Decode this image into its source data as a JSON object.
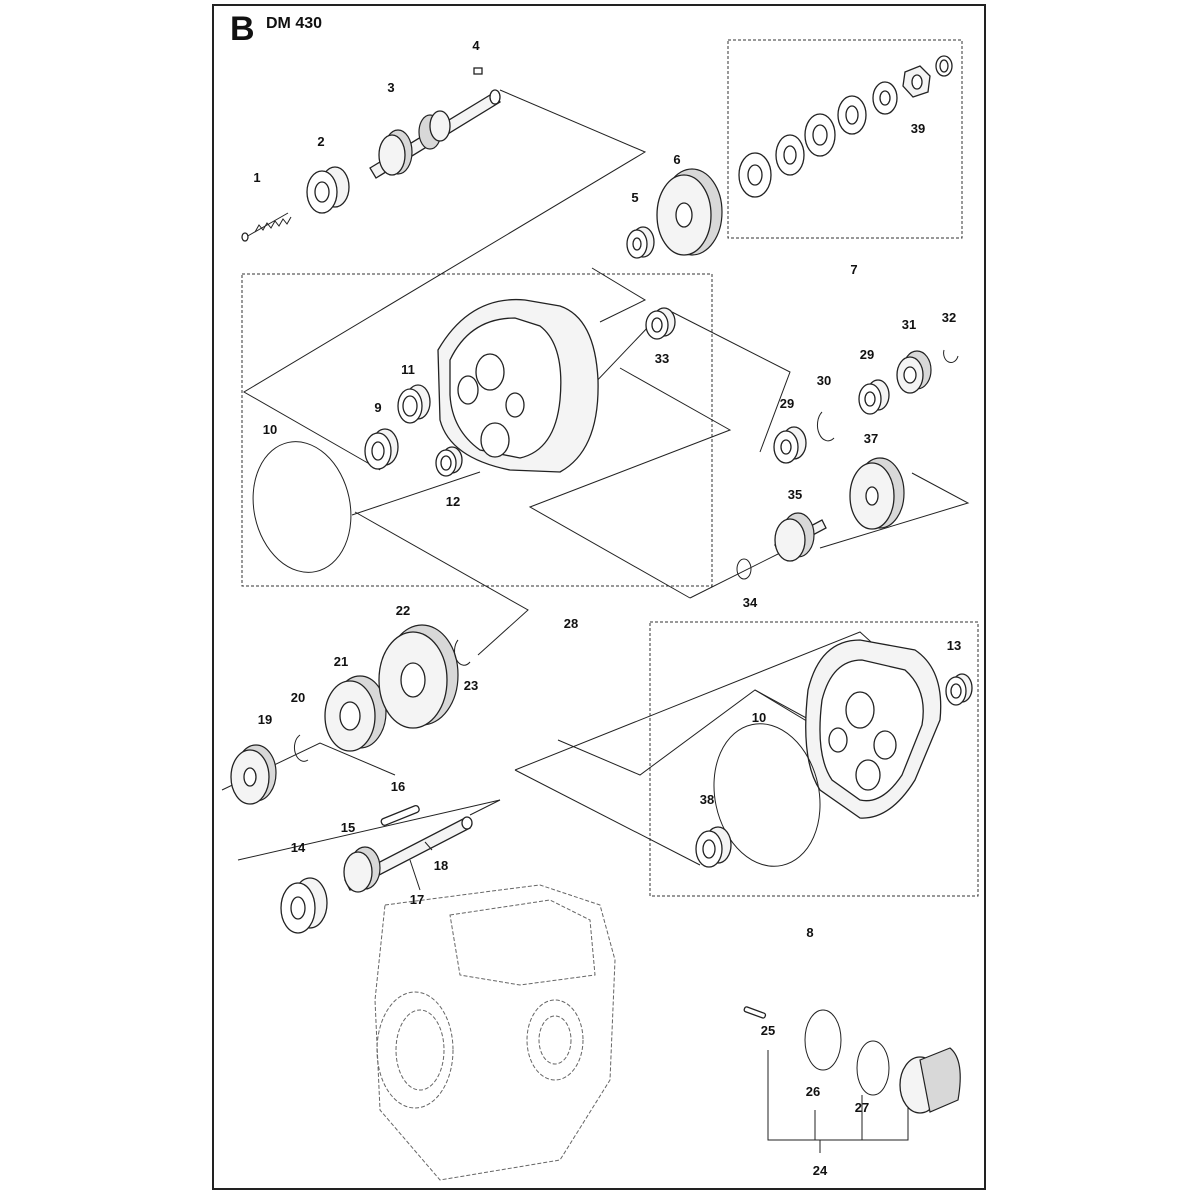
{
  "header": {
    "section_letter": "B",
    "model": "DM 430"
  },
  "labels": [
    "1",
    "2",
    "3",
    "4",
    "5",
    "6",
    "7",
    "8",
    "9",
    "10",
    "10",
    "11",
    "12",
    "13",
    "14",
    "15",
    "16",
    "17",
    "18",
    "19",
    "20",
    "21",
    "22",
    "23",
    "24",
    "25",
    "26",
    "27",
    "28",
    "29",
    "29",
    "30",
    "31",
    "32",
    "33",
    "34",
    "35",
    "37",
    "38",
    "39"
  ]
}
